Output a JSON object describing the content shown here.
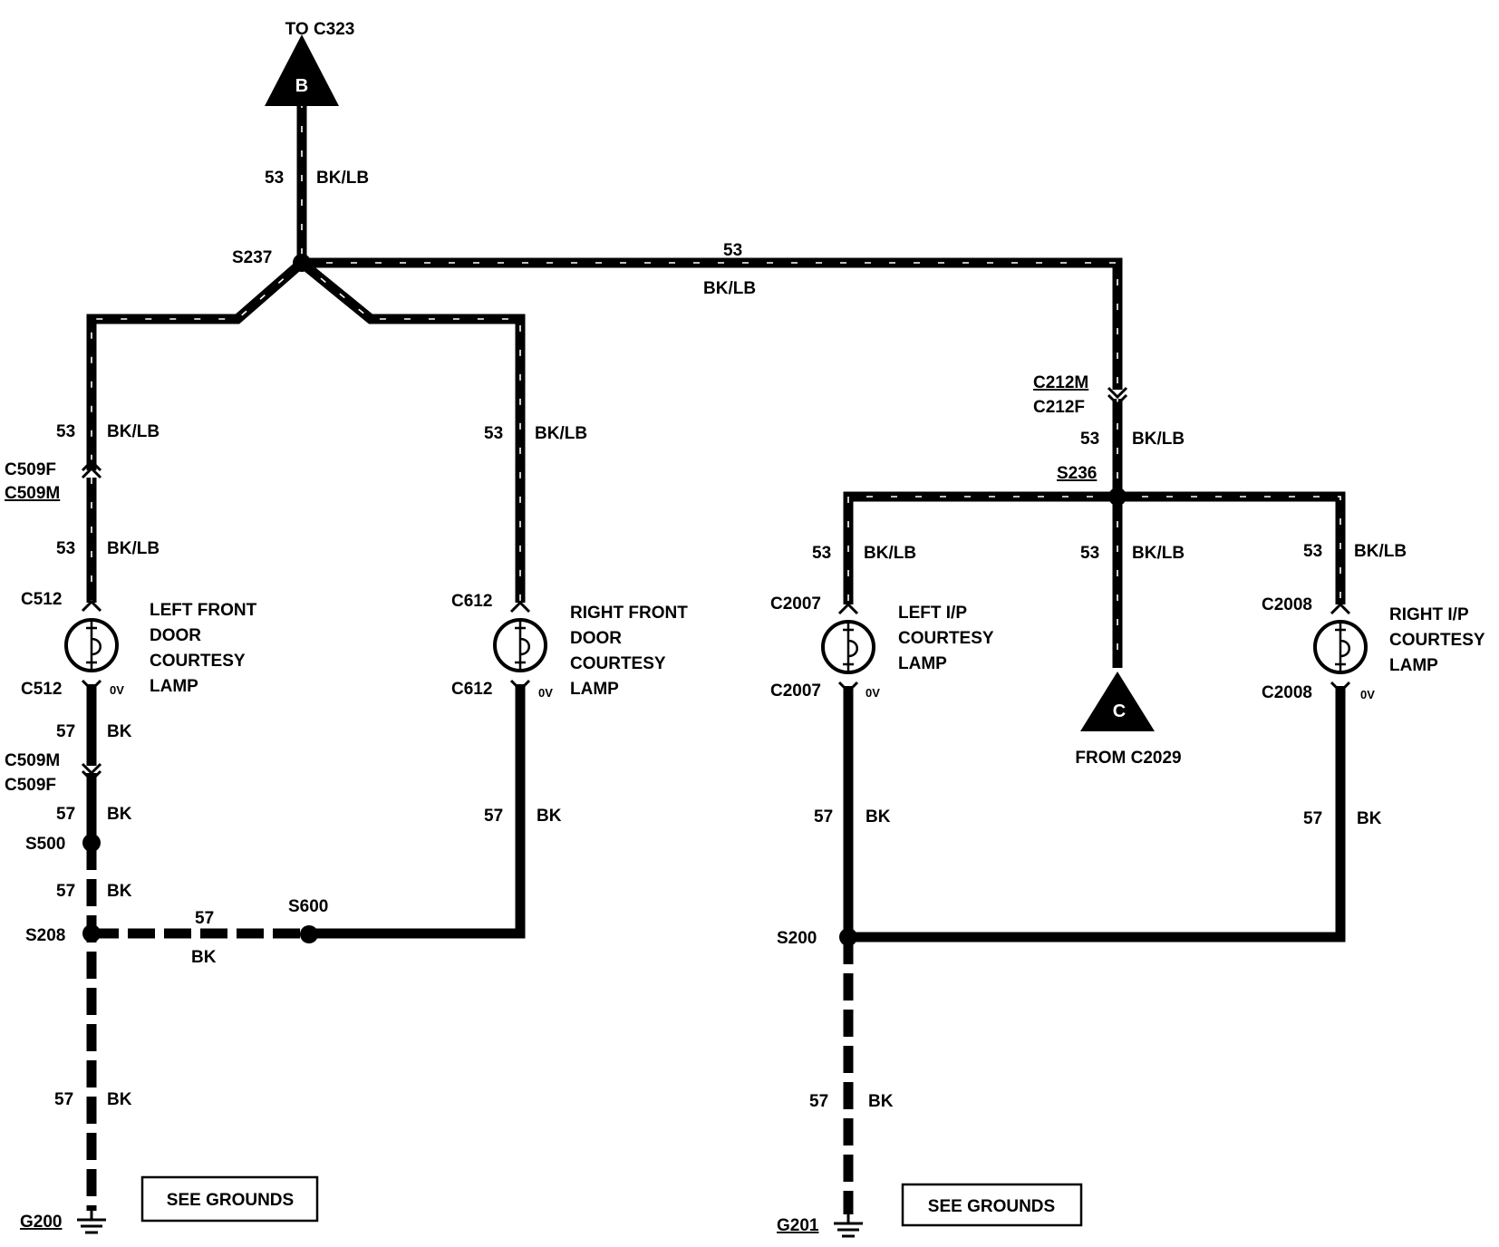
{
  "off_page": {
    "to": {
      "letter": "B",
      "label": "TO C323"
    },
    "from": {
      "letter": "C",
      "label": "FROM C2029"
    }
  },
  "wires": {
    "w53": "53",
    "w57": "57",
    "bklb": "BK/LB",
    "bk": "BK"
  },
  "splices": {
    "s237": "S237",
    "s236": "S236",
    "s500": "S500",
    "s208": "S208",
    "s600": "S600",
    "s200": "S200"
  },
  "connectors": {
    "c509f": "C509F",
    "c509m": "C509M",
    "c512": "C512",
    "c612": "C612",
    "c212m": "C212M",
    "c212f": "C212F",
    "c2007": "C2007",
    "c2008": "C2008"
  },
  "voltage": "0V",
  "lamps": {
    "left_front": [
      "LEFT FRONT",
      "DOOR",
      "COURTESY",
      "LAMP"
    ],
    "right_front": [
      "RIGHT FRONT",
      "DOOR",
      "COURTESY",
      "LAMP"
    ],
    "left_ip": [
      "LEFT I/P",
      "COURTESY",
      "LAMP"
    ],
    "right_ip": [
      "RIGHT I/P",
      "COURTESY",
      "LAMP"
    ]
  },
  "grounds": {
    "g200": "G200",
    "g201": "G201",
    "see_grounds": "SEE GROUNDS"
  }
}
